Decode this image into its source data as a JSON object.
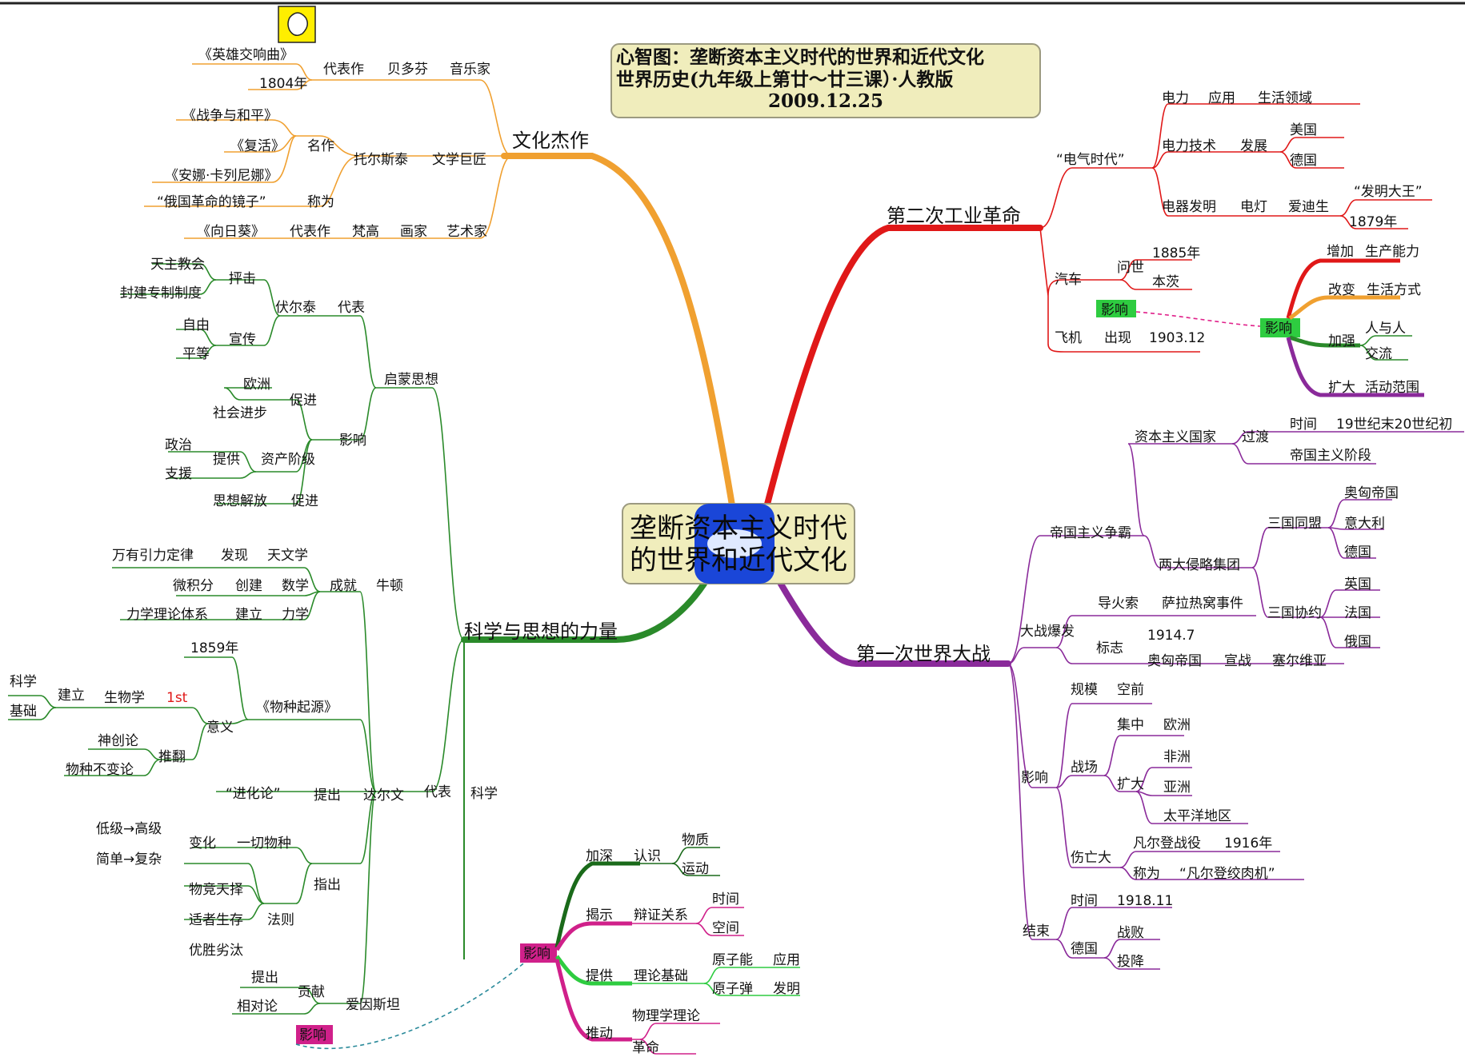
{
  "header": {
    "line1": "心智图：垄断资本主义时代的世界和近代文化",
    "line2": "世界历史(九年级上第廿～廿三课）·人教版",
    "date": "2009.12.25"
  },
  "center": {
    "line1": "垄断资本主义时代",
    "line2": "的世界和近代文化"
  },
  "colors": {
    "orange": "#f0a030",
    "red": "#e01818",
    "green": "#2a8a2a",
    "purple": "#8a2a9a",
    "magenta": "#d0208a",
    "lightgreen": "#2ecc40",
    "tealdash": "#2a8a9a",
    "pinkdash": "#e0208a"
  },
  "icons": [
    "smiley-icon",
    "cloud-icon"
  ],
  "branches": {
    "culture": {
      "title": "文化杰作",
      "music": {
        "label": "音乐家",
        "person": "贝多芬",
        "works_label": "代表作",
        "works": [
          "《英雄交响曲》",
          "1804年"
        ]
      },
      "lit": {
        "label": "文学巨匠",
        "person": "托尔斯泰",
        "famous_label": "名作",
        "works": [
          "《战争与和平》",
          "《复活》",
          "《安娜·卡列尼娜》"
        ],
        "called_label": "称为",
        "called": "“俄国革命的镜子”"
      },
      "art": {
        "label": "艺术家",
        "role": "画家",
        "person": "梵高",
        "works_label": "代表作",
        "work": "《向日葵》"
      }
    },
    "industry": {
      "title": "第二次工业革命",
      "era": "“电气时代”",
      "power": {
        "label": "电力",
        "use": "应用",
        "field": "生活领域"
      },
      "tech": {
        "label": "电力技术",
        "dev": "发展",
        "countries": [
          "美国",
          "德国"
        ]
      },
      "invent": {
        "label": "电器发明",
        "lamp": "电灯",
        "person": "爱迪生",
        "facts": [
          "“发明大王”",
          "1879年"
        ]
      },
      "car": {
        "label": "汽车",
        "appear": "问世",
        "year": "1885年",
        "person": "本茨",
        "effect": "影响"
      },
      "plane": {
        "label": "飞机",
        "appear": "出现",
        "date": "1903.12"
      },
      "impact": {
        "label": "影响",
        "items": [
          [
            "增加",
            "生产能力"
          ],
          [
            "改变",
            "生活方式"
          ],
          [
            "加强",
            "人与人",
            "交流"
          ],
          [
            "扩大",
            "活动范围"
          ]
        ]
      }
    },
    "ww1": {
      "title": "第一次世界大战",
      "imperial": {
        "label": "帝国主义争霸",
        "cap": "资本主义国家",
        "trans": "过渡",
        "time": "时间",
        "period": "19世纪末20世纪初",
        "stage": "帝国主义阶段",
        "blocs": "两大侵略集团",
        "alliance": "三国同盟",
        "alliance_m": [
          "奥匈帝国",
          "意大利",
          "德国"
        ],
        "entente": "三国协约",
        "entente_m": [
          "英国",
          "法国",
          "俄国"
        ]
      },
      "outbreak": {
        "label": "大战爆发",
        "fuse": "导火索",
        "event": "萨拉热窝事件",
        "mark": "标志",
        "date": "1914.7",
        "austria": "奥匈帝国",
        "declare": "宣战",
        "serbia": "塞尔维亚"
      },
      "effect": {
        "label": "影响",
        "scale": "规模",
        "unprec": "空前",
        "field": "战场",
        "focus": "集中",
        "europe": "欧洲",
        "expand": "扩大",
        "places": [
          "非洲",
          "亚洲",
          "太平洋地区"
        ],
        "casual": "伤亡大",
        "verdun": "凡尔登战役",
        "y1916": "1916年",
        "called": "称为",
        "mill": "“凡尔登绞肉机”"
      },
      "end": {
        "label": "结束",
        "time": "时间",
        "date": "1918.11",
        "germany": "德国",
        "defeat": "战败",
        "surrender": "投降"
      }
    },
    "science": {
      "title": "科学与思想的力量",
      "enlight": {
        "label": "启蒙思想",
        "rep": "代表",
        "voltaire": "伏尔泰",
        "attack": "抨击",
        "church": "天主教会",
        "feudal": "封建专制制度",
        "preach": "宣传",
        "freedom": "自由",
        "equal": "平等",
        "impact": "影响",
        "promote": "促进",
        "europe": "欧洲",
        "social": "社会进步",
        "provide": "提供",
        "bourg": "资产阶级",
        "politics": "政治",
        "support": "支援",
        "liberation": "思想解放",
        "promote2": "促进"
      },
      "sci": {
        "label": "科学",
        "rep": "代表",
        "newton": "牛顿",
        "achieve": "成就",
        "astro": "天文学",
        "discover": "发现",
        "gravity": "万有引力定律",
        "math": "数学",
        "create": "创建",
        "calculus": "微积分",
        "mech": "力学",
        "build": "建立",
        "mechsys": "力学理论体系",
        "darwin": "达尔文",
        "origin": "《物种起源》",
        "y1859": "1859年",
        "meaning": "意义",
        "bio": "生物学",
        "first": "1st",
        "build2": "建立",
        "science_w": "科学",
        "base": "基础",
        "overthrow": "推翻",
        "creation": "神创论",
        "immut": "物种不变论",
        "propose": "提出",
        "evolution": "“进化论”",
        "pointout": "指出",
        "change": "变化",
        "allspecies": "一切物种",
        "low": "低级→高级",
        "simple": "简单→复杂",
        "law": "法则",
        "l1": "物竞天择",
        "l2": "适者生存",
        "l3": "优胜劣汰",
        "einstein": "爱因斯坦",
        "contrib": "贡献",
        "propose2": "提出",
        "relativity": "相对论",
        "effect": "影响"
      }
    },
    "einstein_impact": {
      "label": "影响",
      "deepen": "加深",
      "know": "认识",
      "matter": "物质",
      "motion": "运动",
      "reveal": "揭示",
      "dialect": "辩证关系",
      "time": "时间",
      "space": "空间",
      "provide": "提供",
      "theory": "理论基础",
      "nuclear": "原子能",
      "apply": "应用",
      "bomb": "原子弹",
      "invent": "发明",
      "push": "推动",
      "physics": "物理学理论",
      "revol": "革命"
    }
  }
}
